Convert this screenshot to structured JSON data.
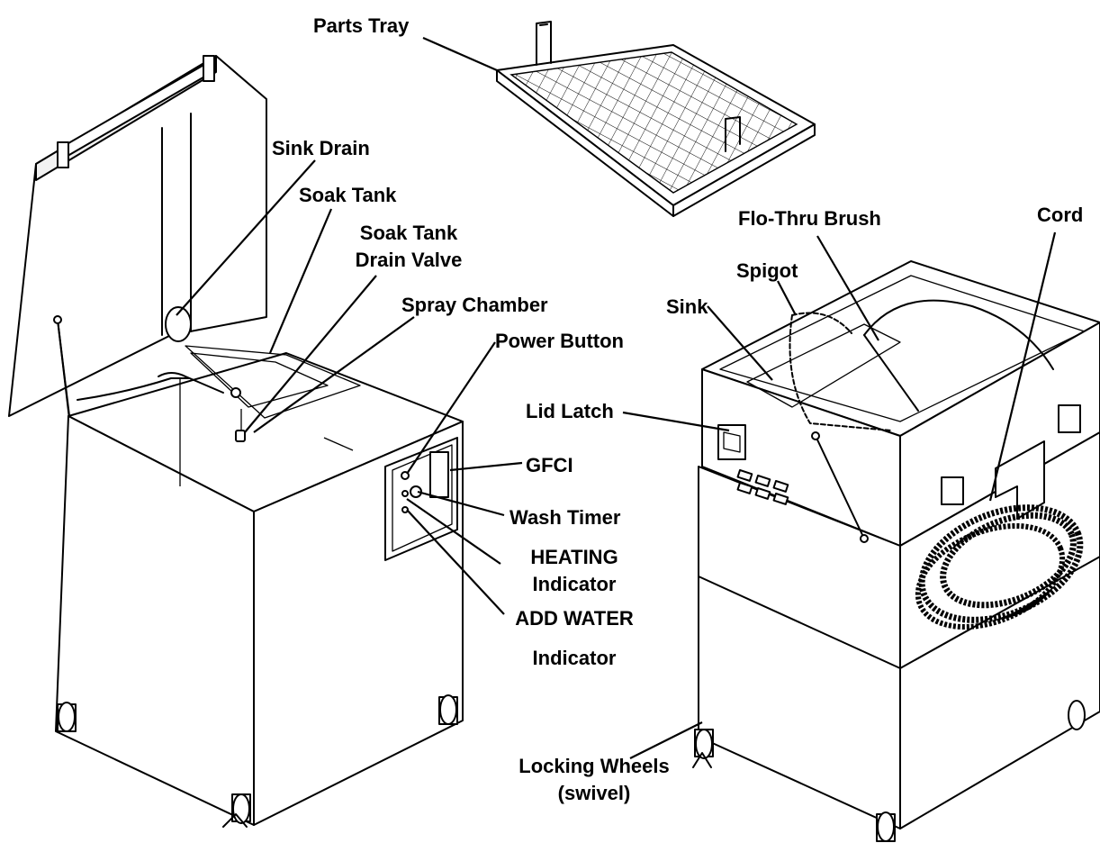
{
  "labels": {
    "parts_tray": "Parts Tray",
    "sink_drain": "Sink Drain",
    "soak_tank": "Soak Tank",
    "soak_tank_drain_valve_1": "Soak Tank",
    "soak_tank_drain_valve_2": "Drain Valve",
    "spray_chamber": "Spray Chamber",
    "power_button": "Power Button",
    "gfci": "GFCI",
    "wash_timer": "Wash Timer",
    "heating_1": "HEATING",
    "heating_2": "Indicator",
    "add_water_1": "ADD WATER",
    "add_water_2": "Indicator",
    "flo_thru_brush": "Flo-Thru Brush",
    "cord": "Cord",
    "spigot": "Spigot",
    "sink": "Sink",
    "lid_latch": "Lid Latch",
    "locking_wheels_1": "Locking Wheels",
    "locking_wheels_2": "(swivel)"
  },
  "colors": {
    "line": "#000000",
    "background": "#ffffff"
  }
}
